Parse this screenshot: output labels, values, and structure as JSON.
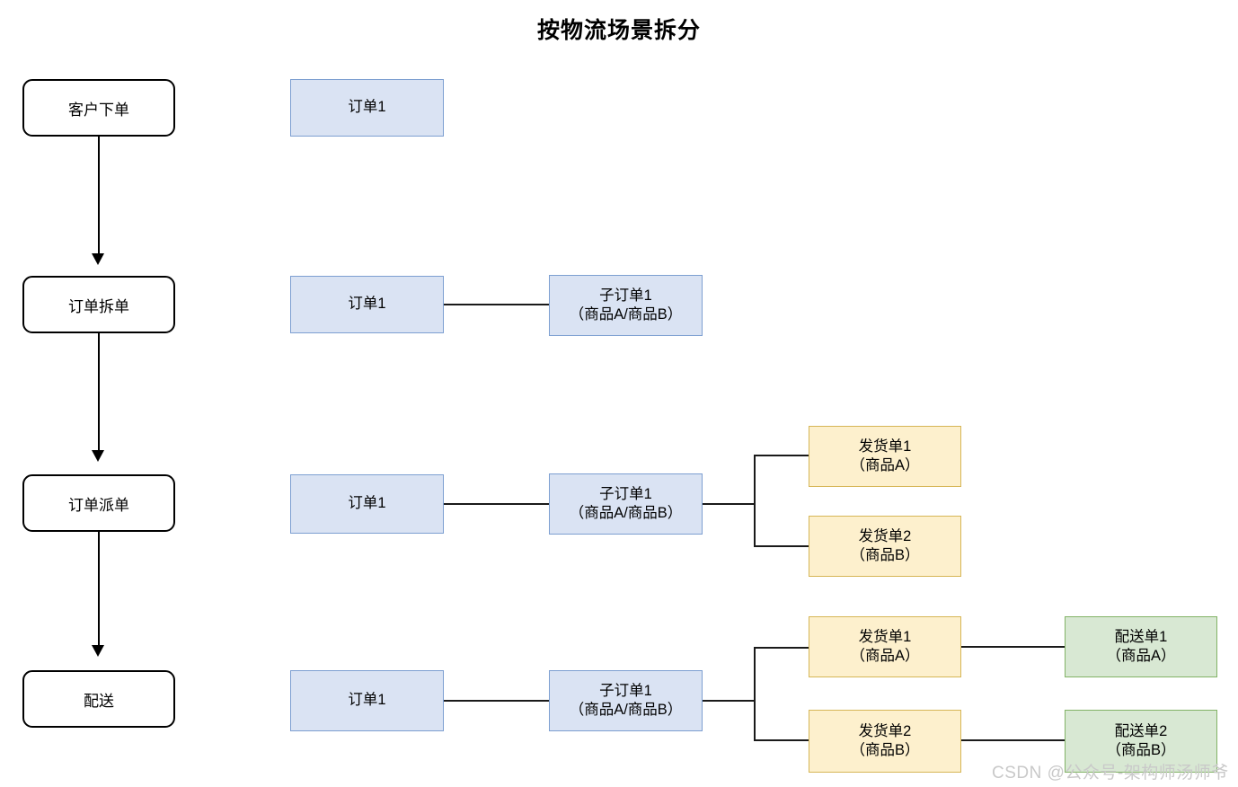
{
  "title": "按物流场景拆分",
  "watermark": "CSDN @公众号-架构师汤师爷",
  "colors": {
    "order_fill": "#dae3f3",
    "order_border": "#7d9fd1",
    "shipment_fill": "#fdf0cd",
    "shipment_border": "#d6b656",
    "delivery_fill": "#d8e8d3",
    "delivery_border": "#82b366",
    "stage_border": "#000000",
    "connector": "#1a1a1a"
  },
  "stages": [
    {
      "label": "客户下单"
    },
    {
      "label": "订单拆单"
    },
    {
      "label": "订单派单"
    },
    {
      "label": "配送"
    }
  ],
  "rows": [
    {
      "stage": "客户下单",
      "order": {
        "line1": "订单1",
        "line2": ""
      },
      "suborder": null,
      "shipments": [],
      "deliveries": []
    },
    {
      "stage": "订单拆单",
      "order": {
        "line1": "订单1",
        "line2": ""
      },
      "suborder": {
        "line1": "子订单1",
        "line2": "（商品A/商品B）"
      },
      "shipments": [],
      "deliveries": []
    },
    {
      "stage": "订单派单",
      "order": {
        "line1": "订单1",
        "line2": ""
      },
      "suborder": {
        "line1": "子订单1",
        "line2": "（商品A/商品B）"
      },
      "shipments": [
        {
          "line1": "发货单1",
          "line2": "（商品A）"
        },
        {
          "line1": "发货单2",
          "line2": "（商品B）"
        }
      ],
      "deliveries": []
    },
    {
      "stage": "配送",
      "order": {
        "line1": "订单1",
        "line2": ""
      },
      "suborder": {
        "line1": "子订单1",
        "line2": "（商品A/商品B）"
      },
      "shipments": [
        {
          "line1": "发货单1",
          "line2": "（商品A）"
        },
        {
          "line1": "发货单2",
          "line2": "（商品B）"
        }
      ],
      "deliveries": [
        {
          "line1": "配送单1",
          "line2": "（商品A）"
        },
        {
          "line1": "配送单2",
          "line2": "（商品B）"
        }
      ]
    }
  ]
}
